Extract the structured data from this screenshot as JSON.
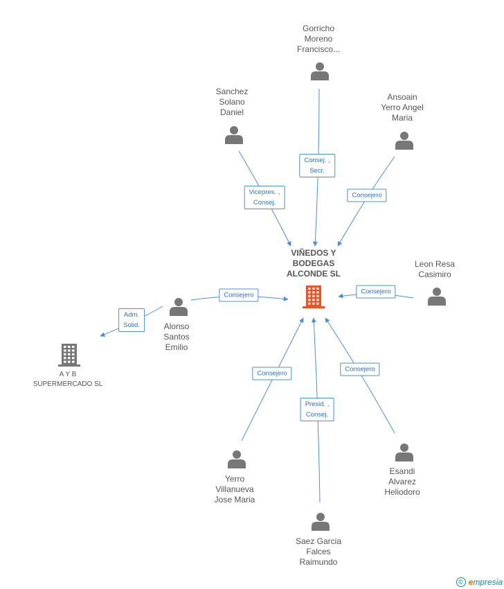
{
  "colors": {
    "edge": "#4a8fd8",
    "person_icon": "#777777",
    "company_icon": "#777777",
    "main_company_icon": "#e8552a"
  },
  "main_company": {
    "name": "VIÑEDOS Y\nBODEGAS\nALCONDE SL"
  },
  "people": [
    {
      "id": "gorricho",
      "name": "Gorricho\nMoreno\nFrancisco...",
      "role": "Consej. ,\nSecr."
    },
    {
      "id": "sanchez",
      "name": "Sanchez\nSolano\nDaniel",
      "role": "Vicepres. ,\nConsej."
    },
    {
      "id": "ansoain",
      "name": "Ansoain\nYerro Angel\nMaria",
      "role": "Consejero"
    },
    {
      "id": "leon",
      "name": "Leon Resa\nCasimiro",
      "role": "Consejero"
    },
    {
      "id": "alonso",
      "name": "Alonso\nSantos\nEmilio",
      "role": "Consejero"
    },
    {
      "id": "yerro",
      "name": "Yerro\nVillanueva\nJose Maria",
      "role": "Consejero"
    },
    {
      "id": "saez",
      "name": "Saez Garcia\nFalces\nRaimundo",
      "role": "Presid. ,\nConsej."
    },
    {
      "id": "esandi",
      "name": "Esandi\nAlvarez\nHeliodoro",
      "role": "Consejero"
    }
  ],
  "other_company": {
    "name": "A Y B\nSUPERMERCADO SL",
    "role": "Adm.\nSolid."
  },
  "footer": {
    "copyright": "©",
    "brand_first": "e",
    "brand_rest": "mpresia"
  }
}
